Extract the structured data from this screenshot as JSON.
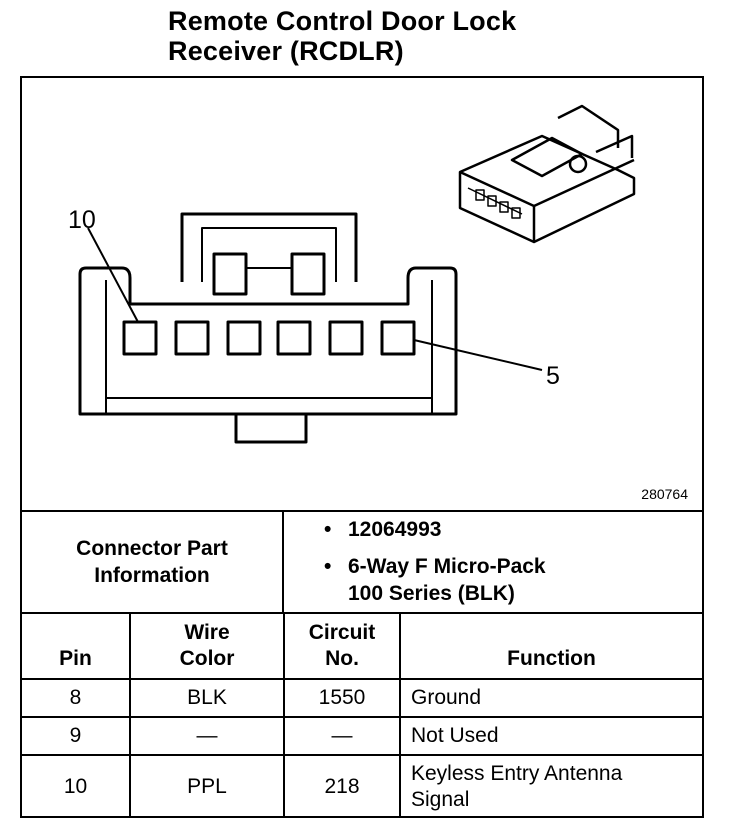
{
  "title": {
    "line1": "Remote Control Door Lock",
    "line2": "Receiver (RCDLR)"
  },
  "diagram": {
    "pin_label_left": "10",
    "pin_label_right": "5",
    "reference_number": "280764"
  },
  "connector_info": {
    "label_line1": "Connector Part",
    "label_line2": "Information",
    "part_number": "12064993",
    "description_line1": "6-Way F Micro-Pack",
    "description_line2": "100 Series (BLK)"
  },
  "pin_table": {
    "headers": {
      "pin": "Pin",
      "wire_color_line1": "Wire",
      "wire_color_line2": "Color",
      "circuit_line1": "Circuit",
      "circuit_line2": "No.",
      "function": "Function"
    },
    "rows": [
      {
        "pin": "8",
        "wire_color": "BLK",
        "circuit": "1550",
        "function_line1": "Ground",
        "function_line2": ""
      },
      {
        "pin": "9",
        "wire_color": "—",
        "circuit": "—",
        "function_line1": "Not Used",
        "function_line2": ""
      },
      {
        "pin": "10",
        "wire_color": "PPL",
        "circuit": "218",
        "function_line1": "Keyless Entry Antenna",
        "function_line2": "Signal"
      }
    ]
  }
}
